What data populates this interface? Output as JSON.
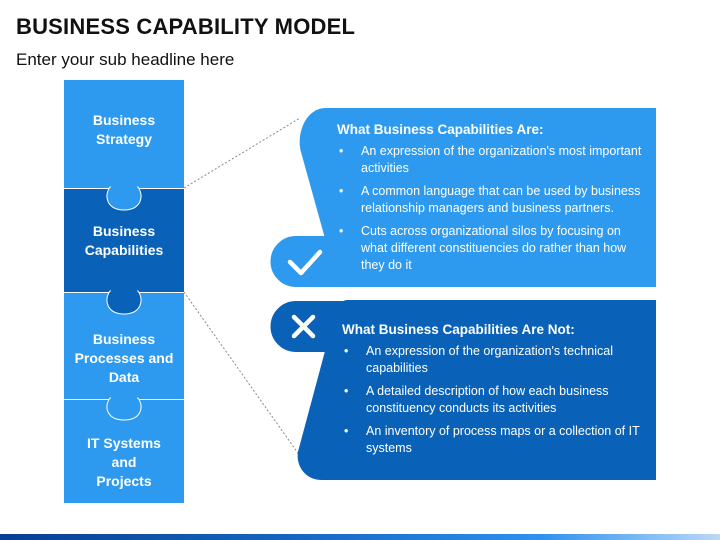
{
  "header": {
    "title": "BUSINESS CAPABILITY MODEL",
    "subtitle": "Enter your sub headline here"
  },
  "puzzle": {
    "pieces": [
      {
        "label": "Business Strategy",
        "color": "#2d9af0"
      },
      {
        "label": "Business Capabilities",
        "color": "#0a62b8"
      },
      {
        "label": "Business Processes and Data",
        "color": "#2d9af0"
      },
      {
        "label": "IT Systems and Projects",
        "color": "#2d9af0"
      }
    ]
  },
  "cards": {
    "are": {
      "title": "What Business Capabilities Are:",
      "icon": "check-icon",
      "color": "#2d9af0",
      "bullets": [
        "An expression of the organization's most important activities",
        "A common language that can be used by business relationship managers and business partners.",
        "Cuts across organizational silos by focusing on what different constituencies do rather than how they do it"
      ]
    },
    "are_not": {
      "title": "What Business Capabilities Are Not:",
      "icon": "cross-icon",
      "color": "#0a62b8",
      "bullets": [
        "An expression of the organization's technical capabilities",
        "A detailed description of how each business constituency conducts its activities",
        "An inventory of process maps or a collection of IT systems"
      ]
    },
    "bullet_glyph": "•"
  }
}
